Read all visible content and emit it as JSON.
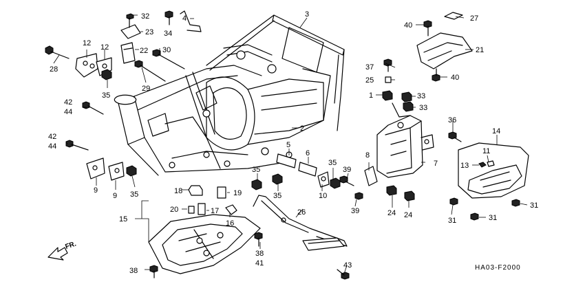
{
  "diagram_code": "HA03-F2000",
  "direction_label": "FR.",
  "callouts": {
    "c1": "1",
    "c2": "2",
    "c3": "3",
    "c4": "4",
    "c5": "5",
    "c6": "6",
    "c7": "7",
    "c8": "8",
    "c9a": "9",
    "c9b": "9",
    "c10": "10",
    "c11": "11",
    "c12a": "12",
    "c12b": "12",
    "c13": "13",
    "c14": "14",
    "c15": "15",
    "c16": "16",
    "c17": "17",
    "c18": "18",
    "c19": "19",
    "c20": "20",
    "c21": "21",
    "c22": "22",
    "c23": "23",
    "c24a": "24",
    "c24b": "24",
    "c25": "25",
    "c26": "26",
    "c27": "27",
    "c28": "28",
    "c29": "29",
    "c30": "30",
    "c31a": "31",
    "c31b": "31",
    "c31c": "31",
    "c32": "32",
    "c33a": "33",
    "c33b": "33",
    "c34": "34",
    "c35a": "35",
    "c35b": "35",
    "c35c": "35",
    "c35d": "35",
    "c35e": "35",
    "c36": "36",
    "c37": "37",
    "c38a": "38",
    "c38b": "38",
    "c39a": "39",
    "c39b": "39",
    "c40a": "40",
    "c40b": "40",
    "c41": "41",
    "c42a": "42",
    "c42b": "42",
    "c43": "43",
    "c44a": "44",
    "c44b": "44"
  }
}
